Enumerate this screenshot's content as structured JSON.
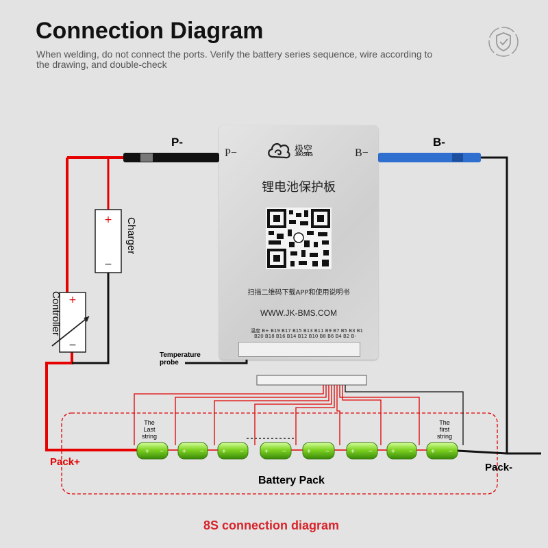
{
  "header": {
    "title": "Connection Diagram",
    "subtitle": "When welding, do not connect the ports. Verify the battery series sequence, wire according to the drawing, and double-check",
    "badge_icon": "shield-check-icon"
  },
  "board": {
    "p_port": "P−",
    "b_port": "B−",
    "brand_cn": "极空",
    "brand_en": "JIKONG",
    "title_cn": "锂电池保护板",
    "scan_text": "扫描二维码下载APP和使用说明书",
    "website": "WWW.JK-BMS.COM",
    "pins_row1": "温度 B+  B19  B17  B15  B13  B11  B9  B7  B5  B3  B1",
    "pins_row2": "B20  B18  B16  B14  B12  B10  B8  B6  B4  B2  B-",
    "logo_icon": "cloud-logo-icon",
    "qr_icon": "qr-code-icon"
  },
  "wires": {
    "p_minus": "P-",
    "b_minus": "B-",
    "charger": "Charger",
    "controller": "Controller",
    "temperature_probe": "Temperature\nprobe",
    "pack_plus": "Pack+",
    "pack_minus": "Pack-"
  },
  "battery": {
    "pack_label": "Battery Pack",
    "last_string": "The\nLast\nstring",
    "first_string": "The\nfirst\nstring",
    "cell_count": 8
  },
  "footer": {
    "caption": "8S connection diagram"
  },
  "colors": {
    "red_wire": "#e60000",
    "black_wire": "#111111",
    "blue_wire": "#2f6fd0",
    "caption_red": "#d8232a",
    "cell_green": "#7ed321"
  }
}
